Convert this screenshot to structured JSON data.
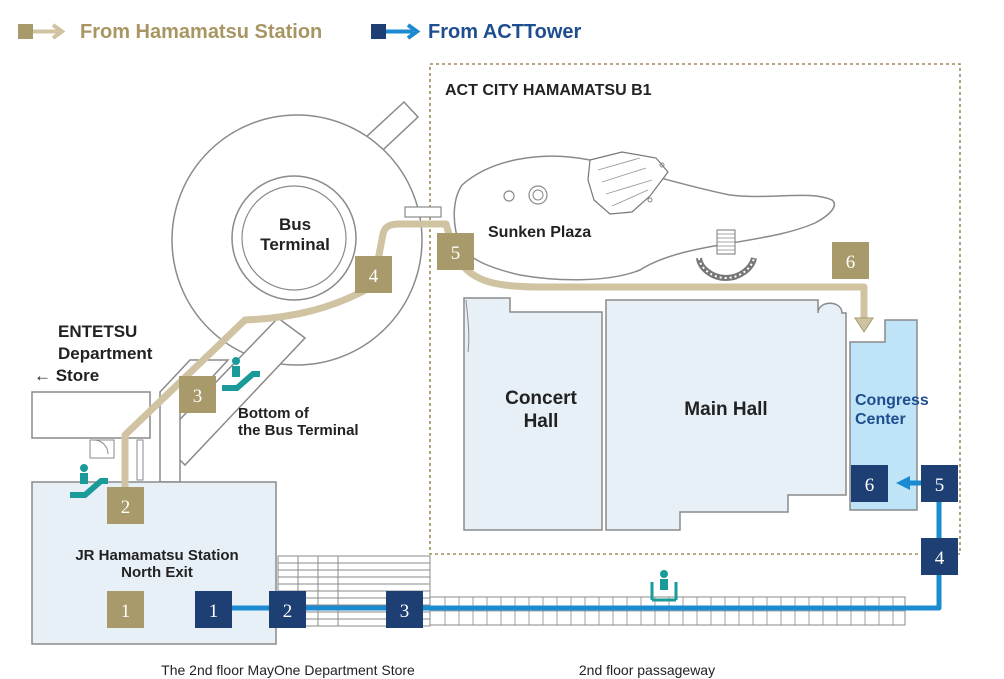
{
  "colors": {
    "hamamatsu_route": "#a89a6a",
    "hamamatsu_path": "#cfc3a2",
    "hamamatsu_label": "#a89662",
    "acttower_route": "#1a8bd0",
    "acttower_box": "#1e3f73",
    "acttower_label": "#1f4e8f",
    "building_fill": "#e8f0f7",
    "congress_fill": "#bfe3f7",
    "outline": "#8a8a8a",
    "area_border": "#a08a5a",
    "escalator": "#1a9a99"
  },
  "legend": {
    "hamamatsu": "From Hamamatsu Station",
    "acttower": "From ACTTower"
  },
  "labels": {
    "area_title": "ACT CITY HAMAMATSU B1",
    "bus_terminal_1": "Bus",
    "bus_terminal_2": "Terminal",
    "sunken_plaza": "Sunken Plaza",
    "entetsu_1": "ENTETSU",
    "entetsu_2": "Department",
    "entetsu_3": "← Store",
    "bus_bottom_1": "Bottom of",
    "bus_bottom_2": "the Bus Terminal",
    "concert_1": "Concert",
    "concert_2": "Hall",
    "main_hall": "Main Hall",
    "congress_1": "Congress",
    "congress_2": "Center",
    "jr_1": "JR Hamamatsu Station",
    "jr_2": "North Exit",
    "mayone": "The 2nd floor MayOne Department Store",
    "passageway": "2nd floor passageway"
  },
  "hamamatsu_steps": [
    "1",
    "2",
    "3",
    "4",
    "5",
    "6"
  ],
  "acttower_steps": [
    "1",
    "2",
    "3",
    "4",
    "5",
    "6"
  ]
}
